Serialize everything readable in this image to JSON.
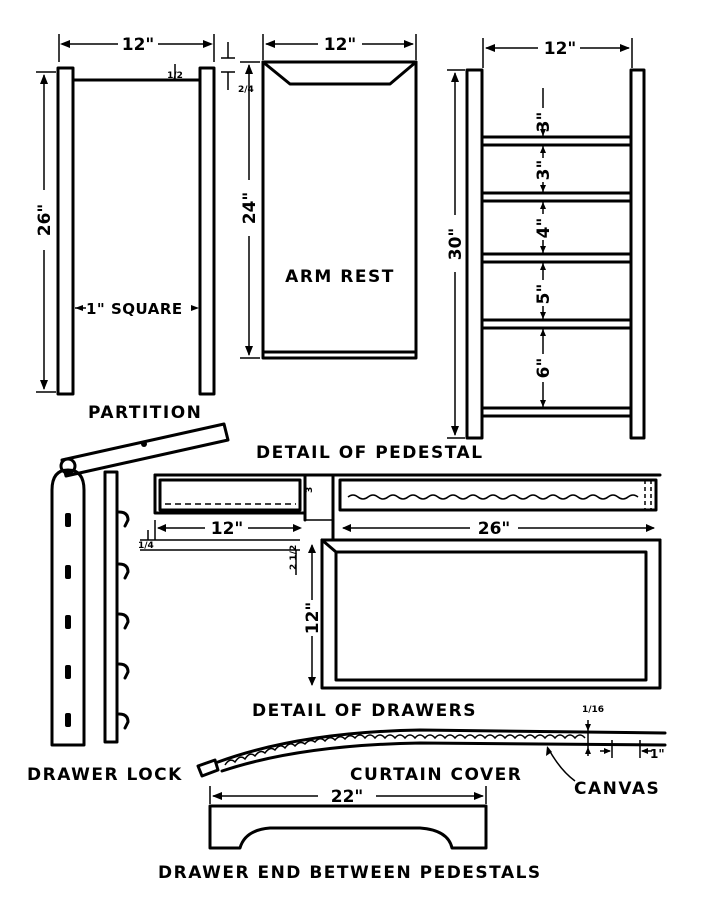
{
  "labels": {
    "partition": "PARTITION",
    "arm_rest": "ARM REST",
    "one_inch_square": "1\" SQUARE",
    "detail_of_pedestal": "DETAIL OF PEDESTAL",
    "detail_of_drawers": "DETAIL OF DRAWERS",
    "drawer_lock": "DRAWER LOCK",
    "curtain_cover": "CURTAIN COVER",
    "canvas": "CANVAS",
    "drawer_end_between_pedestals": "DRAWER END BETWEEN PEDESTALS"
  },
  "dimensions": {
    "partition_width": "12\"",
    "partition_height": "26\"",
    "partition_top_offset": "1/2",
    "partition_top_small": "2/4",
    "armrest_width": "12\"",
    "armrest_height": "24\"",
    "pedestal_width": "12\"",
    "pedestal_height": "30\"",
    "pedestal_spacings": [
      "3\"",
      "3\"",
      "4\"",
      "5\"",
      "6\""
    ],
    "drawers_left_width": "12\"",
    "drawers_right_width": "26\"",
    "drawers_height": "12\"",
    "drawers_small_left": "1/4",
    "drawers_small_mid": "2 1/2",
    "drawers_small_top": "3",
    "canvas_small": "1/16",
    "canvas_gap": "1\"",
    "drawer_end_width": "22\""
  }
}
